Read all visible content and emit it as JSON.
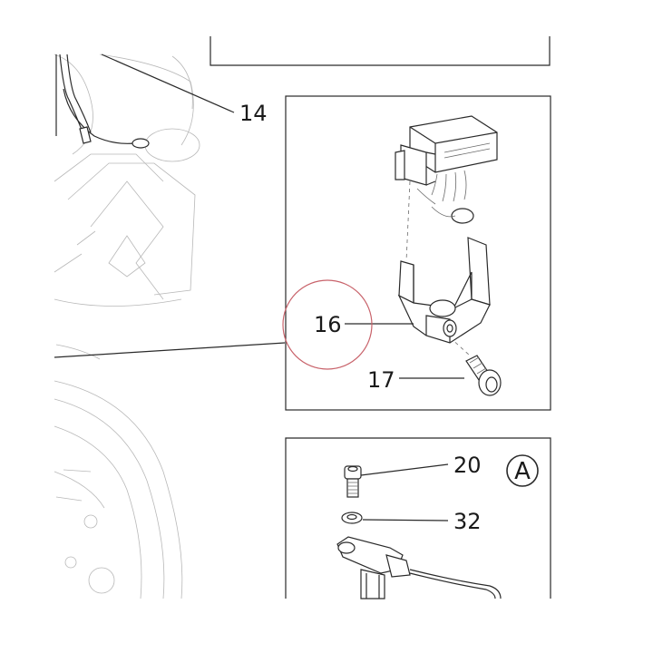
{
  "callouts": {
    "c14": "14",
    "c16": "16",
    "c17": "17",
    "c20": "20",
    "c32": "32",
    "detail_a": "A"
  },
  "colors": {
    "line": "#2a2a2a",
    "faint": "#b8b8b8",
    "highlight_circle": "#c8626a",
    "background": "#ffffff"
  }
}
